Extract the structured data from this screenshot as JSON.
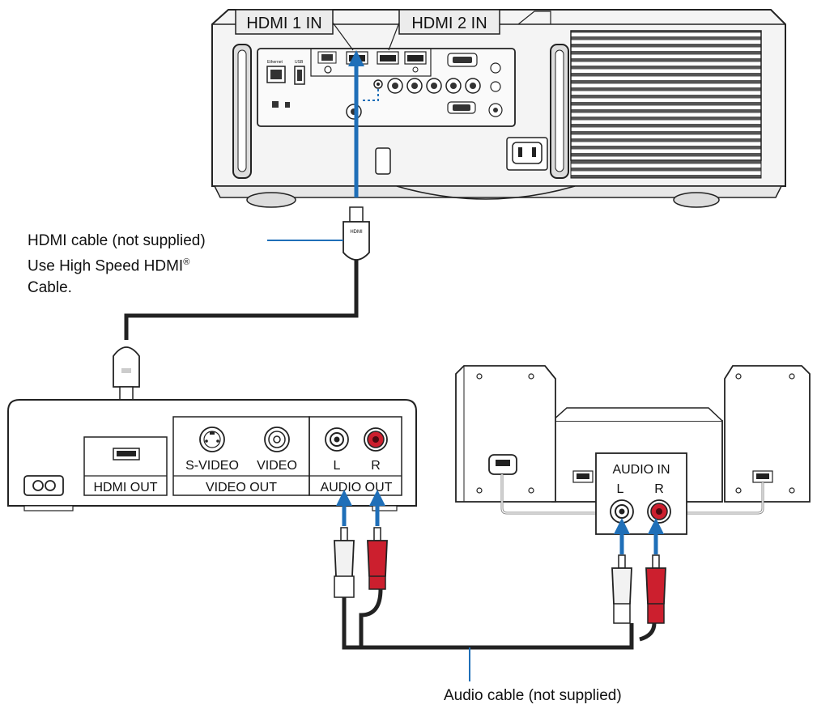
{
  "projector": {
    "port_labels": [
      "HDMI 1 IN",
      "HDMI 2 IN"
    ]
  },
  "hdmi_cable": {
    "line1": "HDMI cable (not supplied)",
    "line2": "Use High Speed HDMI",
    "line2_mark": "®",
    "line3": "Cable.",
    "plug_text": "HDMI"
  },
  "source_device": {
    "hdmi_out": "HDMI OUT",
    "svideo": "S-VIDEO",
    "video": "VIDEO",
    "video_out": "VIDEO OUT",
    "left": "L",
    "right": "R",
    "audio_out": "AUDIO OUT"
  },
  "speakers": {
    "audio_in": "AUDIO IN",
    "left": "L",
    "right": "R"
  },
  "audio_cable": {
    "caption": "Audio cable (not supplied)"
  },
  "colors": {
    "arrow_blue": "#1f6fb8",
    "rca_red": "#cc1f2e",
    "outline": "#222222"
  }
}
